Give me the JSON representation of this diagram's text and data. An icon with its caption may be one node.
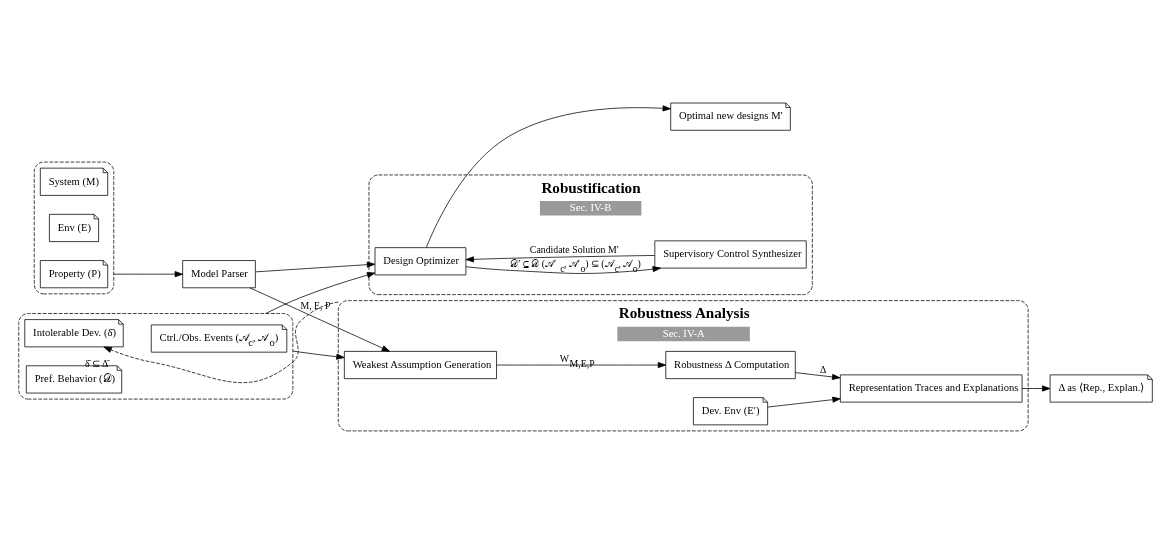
{
  "diagram": {
    "nodes": [
      {
        "text": [],
        "shape": "box"
      },
      {
        "text": [
          "System (M)"
        ],
        "in": 0
      },
      {
        "text": [
          "Env (E)"
        ],
        "in": 0
      },
      {
        "text": [
          "Property (P)"
        ],
        "in": 0
      },
      {
        "text": [
          "Model Parser"
        ]
      },
      {
        "text": [
          "Robustness Analysis",
          "Sec. IV-A"
        ]
      },
      {
        "text": [
          "Weakest Assumption Generation"
        ],
        "in": 5
      },
      {
        "text": [
          "Robustness Δ Computation"
        ],
        "in": 5
      },
      {
        "text": [
          "Dev. Env (E′)"
        ],
        "in": 5
      },
      {
        "text": [
          "Representation Traces and Explanations"
        ],
        "in": 5
      },
      {
        "text": [
          "Δ as ⟨Rep., Explan.⟩"
        ]
      },
      {
        "text": [
          "Robustification",
          "Sec. IV-B"
        ]
      },
      {
        "text": [
          "Design Optimizer"
        ],
        "in": 11
      },
      {
        "text": [
          "Supervisory Control Synthesizer"
        ],
        "in": 11
      },
      {
        "text": [
          "Optimal new designs M′"
        ]
      },
      {
        "text": [],
        "shape": "box"
      },
      {
        "text": [
          "Intolerable Dev. (δ̄)"
        ],
        "in": 15
      },
      {
        "text": [
          "Pref. Behavior (𝒟)"
        ],
        "in": 15
      },
      {
        "text": [
          "Ctrl./Obs. Events (𝒜$_{c}$, 𝒜$_{o}$)"
        ],
        "in": 15
      }
    ],
    "edges": [
      {
        "from": 0,
        "to": 4,
        "arrow": "to"
      },
      {
        "from": 4,
        "to": 6,
        "arrow": "to",
        "label": "M, E, P"
      },
      {
        "from": 4,
        "to": 12,
        "arrow": "to"
      },
      {
        "from": 15,
        "to": 6,
        "arrow": "to"
      },
      {
        "from": 15,
        "to": 12,
        "arrow": "to"
      },
      {
        "from": 6,
        "to": 7,
        "arrow": "to",
        "label": "W$_{M,E,P}$"
      },
      {
        "from": 7,
        "to": 9,
        "arrow": "to",
        "label": "Δ"
      },
      {
        "from": 8,
        "to": 9,
        "arrow": "to"
      },
      {
        "from": 9,
        "to": 10,
        "arrow": "to"
      },
      {
        "from": 12,
        "to": 13,
        "arrow": "to",
        "label": "𝒟′ ⊆ 𝒟 (𝒜′$_{c}$, 𝒜′$_{o}$) ⊆ (𝒜$_{c}$, 𝒜$_{o}$)"
      },
      {
        "from": 13,
        "to": 12,
        "arrow": "to",
        "label": "Candidate Solution M′"
      },
      {
        "from": 12,
        "to": 14,
        "arrow": "to"
      },
      {
        "from": 5,
        "to": 16,
        "arrow": "to",
        "style": "dashed",
        "label": "δ̄ ⊆ Δ̄"
      }
    ]
  }
}
